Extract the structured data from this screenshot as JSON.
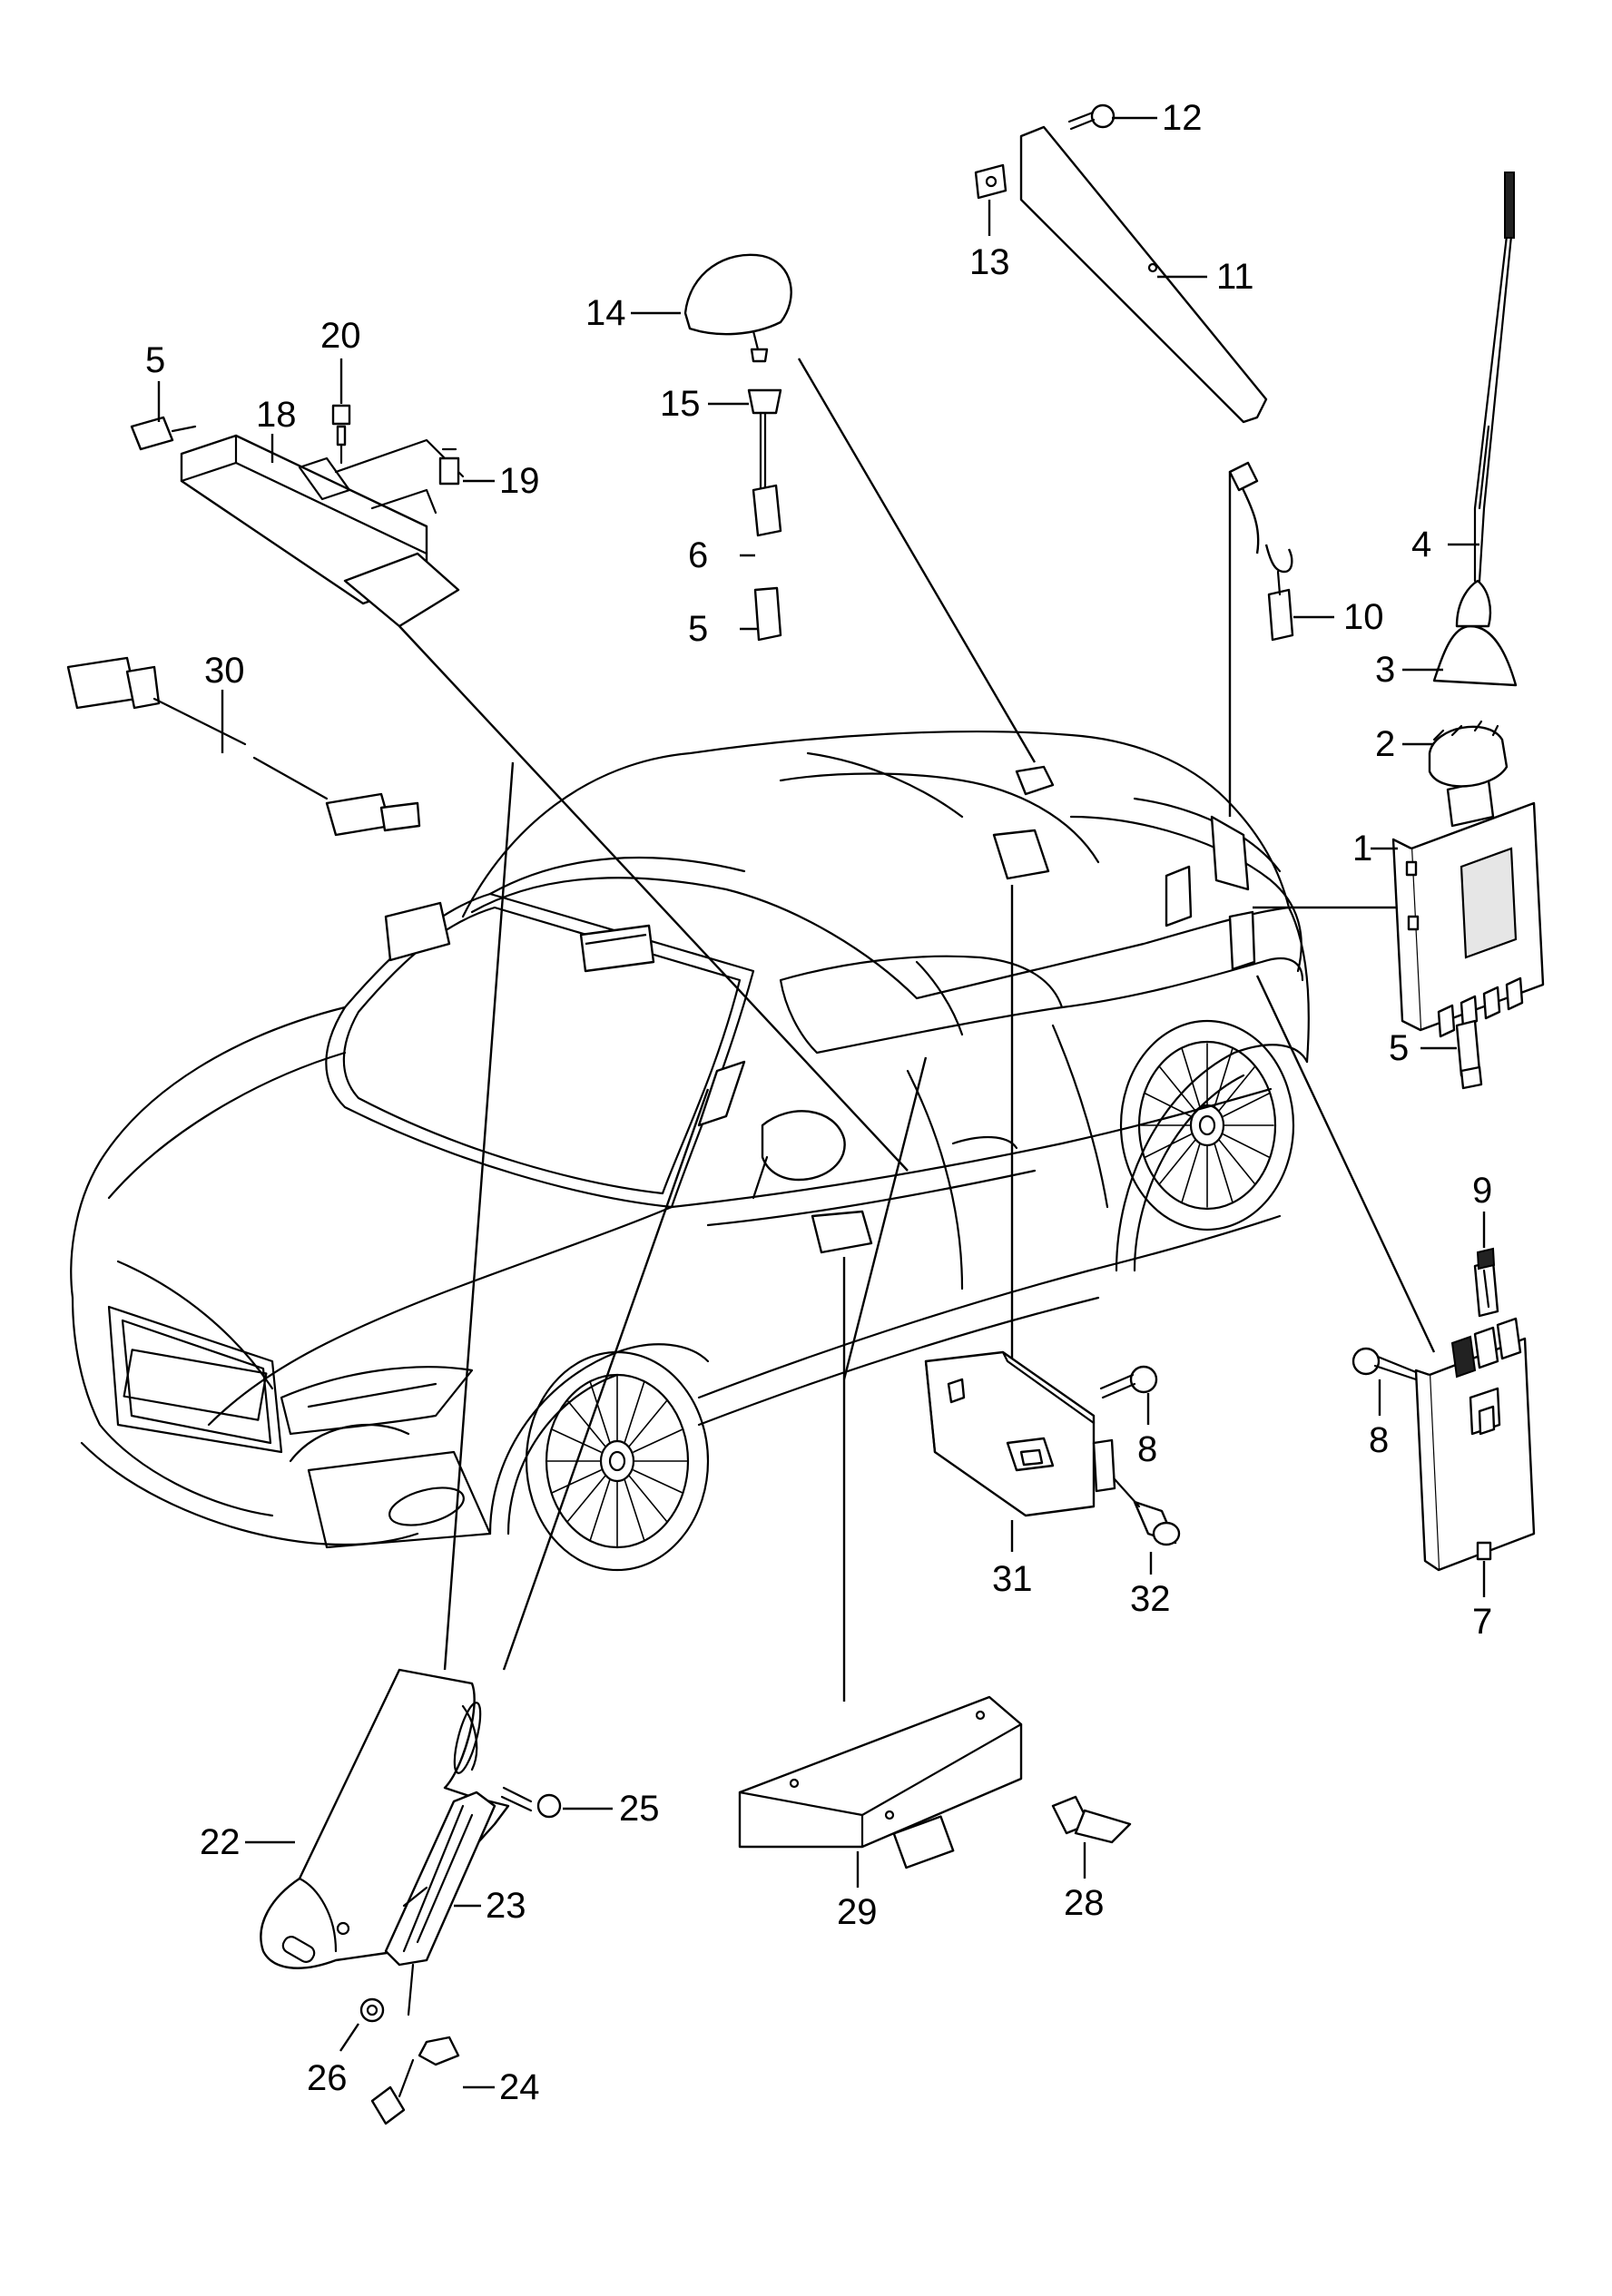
{
  "callouts": {
    "c1": "1",
    "c2": "2",
    "c3": "3",
    "c4": "4",
    "c5a": "5",
    "c5b": "5",
    "c5c": "5",
    "c6": "6",
    "c7": "7",
    "c8a": "8",
    "c8b": "8",
    "c9": "9",
    "c10": "10",
    "c11": "11",
    "c12": "12",
    "c13": "13",
    "c14": "14",
    "c15": "15",
    "c18": "18",
    "c19": "19",
    "c20": "20",
    "c22": "22",
    "c23": "23",
    "c24": "24",
    "c25": "25",
    "c26": "26",
    "c28": "28",
    "c29": "29",
    "c30": "30",
    "c31": "31",
    "c32": "32"
  },
  "icons": {
    "car": "car-body-icon",
    "antenna": "rod-antenna-icon",
    "roof_antenna": "roof-fin-antenna-icon",
    "control_unit": "control-unit-box-icon",
    "connector": "connector-plug-icon",
    "bolt": "bolt-icon",
    "nut": "nut-icon"
  }
}
